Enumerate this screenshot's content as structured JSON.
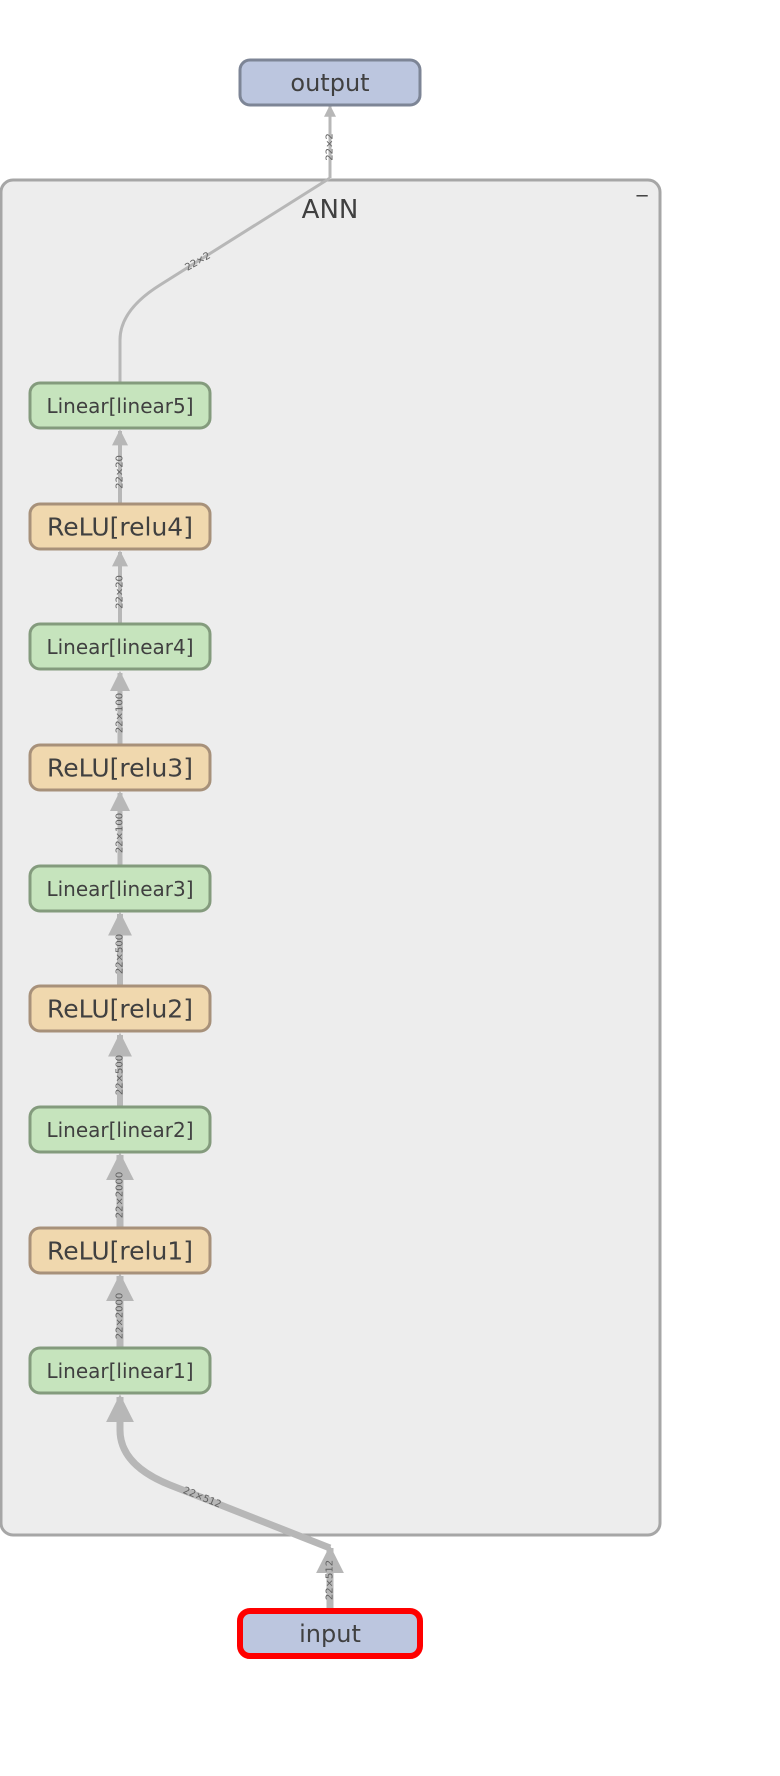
{
  "colors": {
    "io_fill": "#bcc6df",
    "io_stroke": "#7d8596",
    "linear_fill": "#c6e4bd",
    "linear_stroke": "#849b7d",
    "relu_fill": "#f0d8ae",
    "relu_stroke": "#a7917a",
    "group_fill": "#ededed",
    "group_stroke": "#a6a6a6",
    "edge": "#b7b7b7",
    "selected_stroke": "#ff0000"
  },
  "group": {
    "title": "ANN",
    "collapse_icon": "minus-icon",
    "collapse_glyph": "−"
  },
  "nodes": {
    "output": "output",
    "input": "input",
    "linear1": "Linear[linear1]",
    "relu1": "ReLU[relu1]",
    "linear2": "Linear[linear2]",
    "relu2": "ReLU[relu2]",
    "linear3": "Linear[linear3]",
    "relu3": "ReLU[relu3]",
    "linear4": "Linear[linear4]",
    "relu4": "ReLU[relu4]",
    "linear5": "Linear[linear5]"
  },
  "edges": {
    "ann_to_output": "22×2",
    "linear5_to_ann": "22×2",
    "relu4_to_linear5": "22×20",
    "linear4_to_relu4": "22×20",
    "relu3_to_linear4": "22×100",
    "linear3_to_relu3": "22×100",
    "relu2_to_linear3": "22×500",
    "linear2_to_relu2": "22×500",
    "relu1_to_linear2": "22×2000",
    "linear1_to_relu1": "22×2000",
    "ann_to_linear1": "22×512",
    "input_to_ann": "22×512"
  }
}
